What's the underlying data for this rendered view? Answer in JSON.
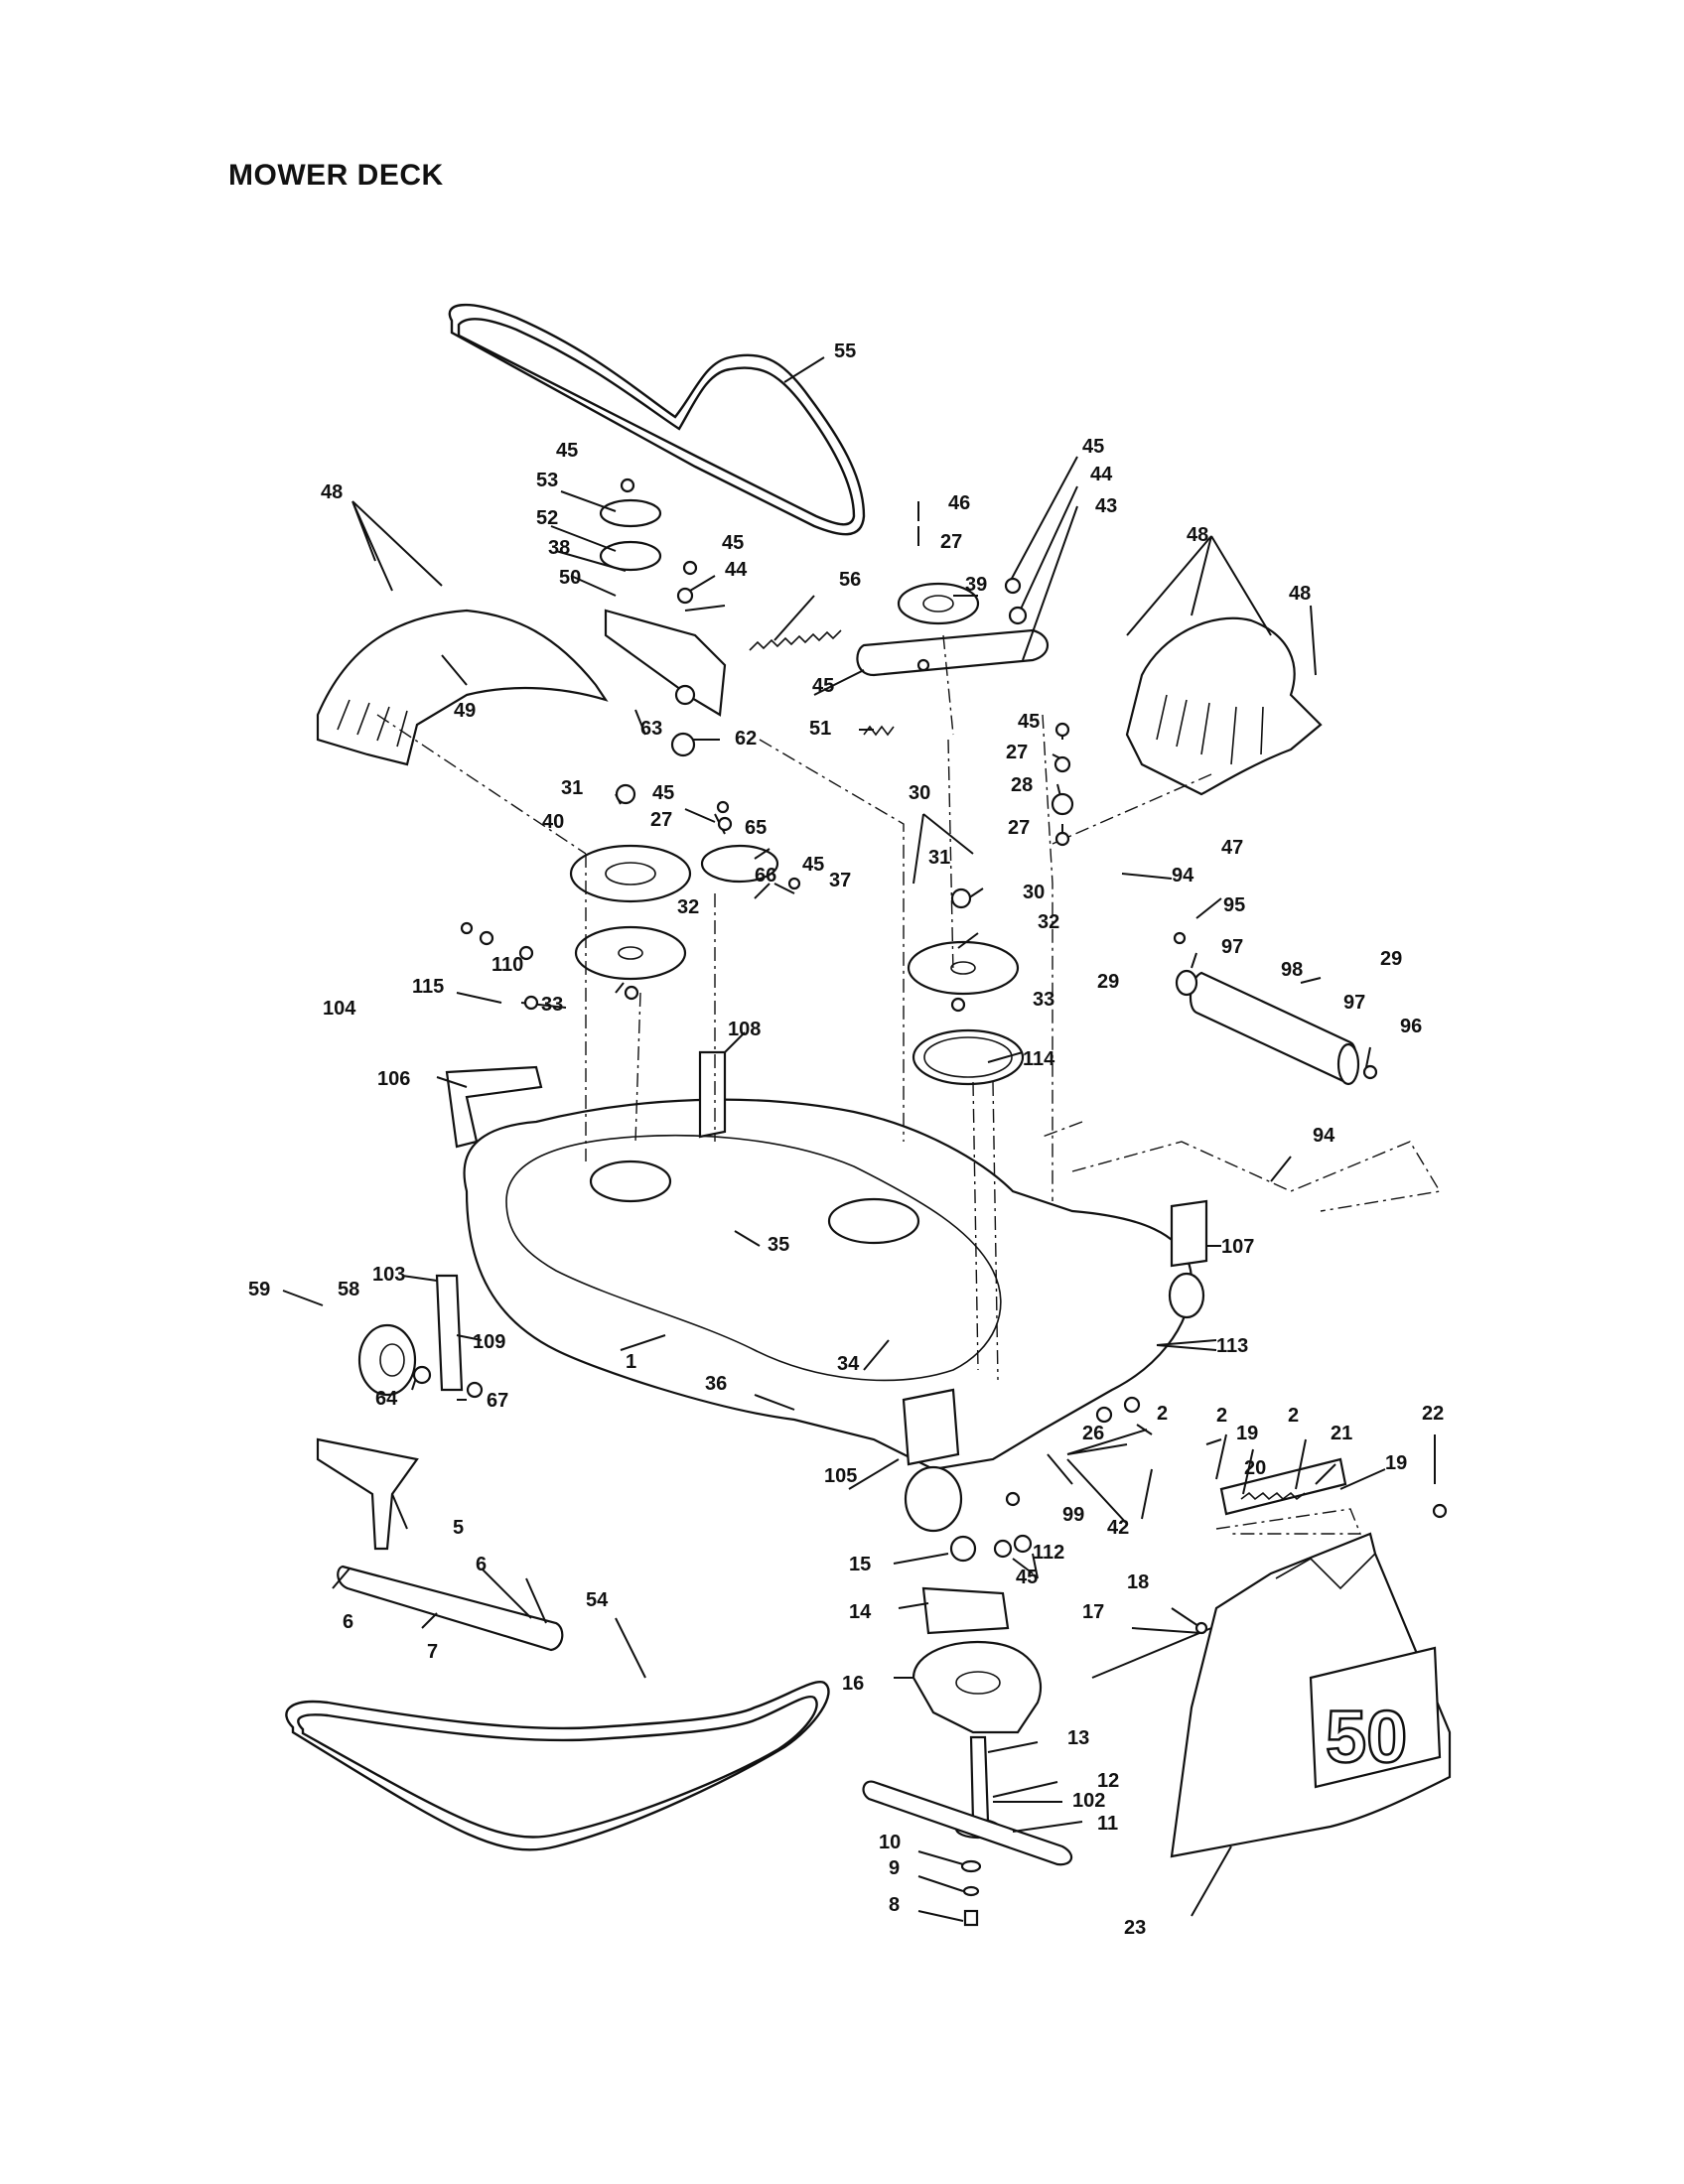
{
  "diagram": {
    "title": "MOWER DECK",
    "bag_badge": "50",
    "callouts": [
      {
        "id": "c55",
        "text": "55"
      },
      {
        "id": "c48a",
        "text": "48"
      },
      {
        "id": "c45a",
        "text": "45"
      },
      {
        "id": "c53",
        "text": "53"
      },
      {
        "id": "c52",
        "text": "52"
      },
      {
        "id": "c38",
        "text": "38"
      },
      {
        "id": "c50",
        "text": "50"
      },
      {
        "id": "c45b",
        "text": "45"
      },
      {
        "id": "c44a",
        "text": "44"
      },
      {
        "id": "c56",
        "text": "56"
      },
      {
        "id": "c45c",
        "text": "45"
      },
      {
        "id": "c44b",
        "text": "44"
      },
      {
        "id": "c43",
        "text": "43"
      },
      {
        "id": "c46",
        "text": "46"
      },
      {
        "id": "c27a",
        "text": "27"
      },
      {
        "id": "c39",
        "text": "39"
      },
      {
        "id": "c48b",
        "text": "48"
      },
      {
        "id": "c48c",
        "text": "48"
      },
      {
        "id": "c49",
        "text": "49"
      },
      {
        "id": "c63",
        "text": "63"
      },
      {
        "id": "c62",
        "text": "62"
      },
      {
        "id": "c45d",
        "text": "45"
      },
      {
        "id": "c51",
        "text": "51"
      },
      {
        "id": "c47",
        "text": "47"
      },
      {
        "id": "c45e",
        "text": "45"
      },
      {
        "id": "c27b",
        "text": "27"
      },
      {
        "id": "c28",
        "text": "28"
      },
      {
        "id": "c27c",
        "text": "27"
      },
      {
        "id": "c31a",
        "text": "31"
      },
      {
        "id": "c45f",
        "text": "45"
      },
      {
        "id": "c27d",
        "text": "27"
      },
      {
        "id": "c65",
        "text": "65"
      },
      {
        "id": "c40",
        "text": "40"
      },
      {
        "id": "c66",
        "text": "66"
      },
      {
        "id": "c45g",
        "text": "45"
      },
      {
        "id": "c37",
        "text": "37"
      },
      {
        "id": "c30a",
        "text": "30"
      },
      {
        "id": "c31b",
        "text": "31"
      },
      {
        "id": "c30b",
        "text": "30"
      },
      {
        "id": "c94a",
        "text": "94"
      },
      {
        "id": "c95",
        "text": "95"
      },
      {
        "id": "c32a",
        "text": "32"
      },
      {
        "id": "c32b",
        "text": "32"
      },
      {
        "id": "c97a",
        "text": "97"
      },
      {
        "id": "c29a",
        "text": "29"
      },
      {
        "id": "c98",
        "text": "98"
      },
      {
        "id": "c29b",
        "text": "29"
      },
      {
        "id": "c110",
        "text": "110"
      },
      {
        "id": "c115",
        "text": "115"
      },
      {
        "id": "c104",
        "text": "104"
      },
      {
        "id": "c33a",
        "text": "33"
      },
      {
        "id": "c33b",
        "text": "33"
      },
      {
        "id": "c97b",
        "text": "97"
      },
      {
        "id": "c96",
        "text": "96"
      },
      {
        "id": "c108",
        "text": "108"
      },
      {
        "id": "c114",
        "text": "114"
      },
      {
        "id": "c106",
        "text": "106"
      },
      {
        "id": "c94b",
        "text": "94"
      },
      {
        "id": "c35",
        "text": "35"
      },
      {
        "id": "c107",
        "text": "107"
      },
      {
        "id": "c59",
        "text": "59"
      },
      {
        "id": "c58",
        "text": "58"
      },
      {
        "id": "c103",
        "text": "103"
      },
      {
        "id": "c109",
        "text": "109"
      },
      {
        "id": "c113",
        "text": "113"
      },
      {
        "id": "c1",
        "text": "1"
      },
      {
        "id": "c34",
        "text": "34"
      },
      {
        "id": "c64",
        "text": "64"
      },
      {
        "id": "c67",
        "text": "67"
      },
      {
        "id": "c36",
        "text": "36"
      },
      {
        "id": "c2a",
        "text": "2"
      },
      {
        "id": "c22",
        "text": "22"
      },
      {
        "id": "c26",
        "text": "26"
      },
      {
        "id": "c2b",
        "text": "2"
      },
      {
        "id": "c19a",
        "text": "19"
      },
      {
        "id": "c2c",
        "text": "2"
      },
      {
        "id": "c21",
        "text": "21"
      },
      {
        "id": "c20",
        "text": "20"
      },
      {
        "id": "c19b",
        "text": "19"
      },
      {
        "id": "c105",
        "text": "105"
      },
      {
        "id": "c99",
        "text": "99"
      },
      {
        "id": "c42",
        "text": "42"
      },
      {
        "id": "c5",
        "text": "5"
      },
      {
        "id": "c15",
        "text": "15"
      },
      {
        "id": "c112",
        "text": "112"
      },
      {
        "id": "c6a",
        "text": "6"
      },
      {
        "id": "c45h",
        "text": "45"
      },
      {
        "id": "c6b",
        "text": "6"
      },
      {
        "id": "c7",
        "text": "7"
      },
      {
        "id": "c54",
        "text": "54"
      },
      {
        "id": "c14",
        "text": "14"
      },
      {
        "id": "c18",
        "text": "18"
      },
      {
        "id": "c17",
        "text": "17"
      },
      {
        "id": "c16",
        "text": "16"
      },
      {
        "id": "c13",
        "text": "13"
      },
      {
        "id": "c12",
        "text": "12"
      },
      {
        "id": "c102",
        "text": "102"
      },
      {
        "id": "c11",
        "text": "11"
      },
      {
        "id": "c10",
        "text": "10"
      },
      {
        "id": "c9",
        "text": "9"
      },
      {
        "id": "c8",
        "text": "8"
      },
      {
        "id": "c23",
        "text": "23"
      }
    ]
  }
}
